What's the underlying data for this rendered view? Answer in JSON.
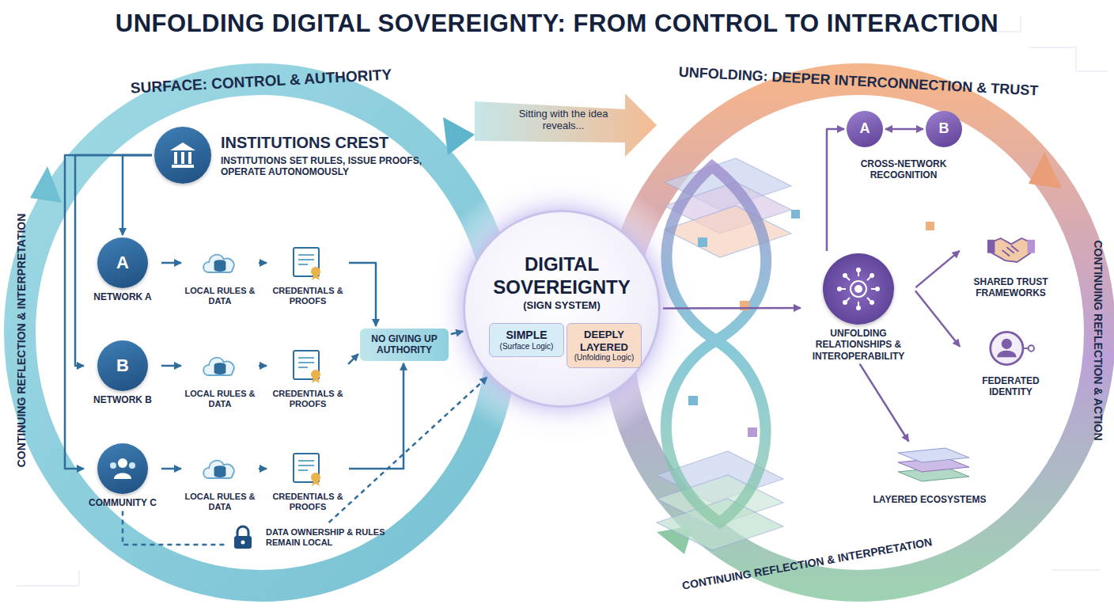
{
  "diagram": {
    "title": "UNFOLDING DIGITAL SOVEREIGNTY: FROM CONTROL TO INTERACTION",
    "nodes": [
      {
        "text": [
          "INSTITUTIONS CREST",
          "INSTITUTIONS SET RULES, ISSUE PROOFS, OPERATE AUTONOMOUSLY"
        ]
      },
      {
        "text": [
          "A",
          "NETWORK A"
        ]
      },
      {
        "text": [
          "LOCAL RULES & DATA"
        ]
      },
      {
        "text": [
          "CREDENTIALS & PROOFS"
        ]
      },
      {
        "text": [
          "B",
          "NETWORK B"
        ]
      },
      {
        "text": [
          "LOCAL RULES & DATA"
        ]
      },
      {
        "text": [
          "CREDENTIALS & PROOFS"
        ]
      },
      {
        "text": [
          "COMMUNITY C"
        ]
      },
      {
        "text": [
          "LOCAL RULES & DATA"
        ]
      },
      {
        "text": [
          "CREDENTIALS & PROOFS"
        ]
      },
      {
        "text": [
          "NO GIVING UP AUTHORITY"
        ]
      },
      {
        "text": [
          "DATA OWNERSHIP & RULES REMAIN LOCAL"
        ]
      },
      {
        "text": [
          "DIGITAL SOVEREIGNTY",
          "(SIGN SYSTEM)"
        ]
      },
      {
        "text": [
          "SIMPLE",
          "(Surface Logic)"
        ],
        "in": 12
      },
      {
        "text": [
          "DEEPLY LAYERED",
          "(Unfolding Logic)"
        ],
        "in": 12
      },
      {
        "text": [
          "A"
        ]
      },
      {
        "text": [
          "B"
        ]
      },
      {
        "text": [
          "UNFOLDING RELATIONSHIPS & INTEROPERABILITY"
        ]
      },
      {
        "text": [
          "SHARED TRUST FRAMEWORKS"
        ]
      },
      {
        "text": [
          "FEDERATED IDENTITY"
        ]
      },
      {
        "text": [
          "LAYERED ECOSYSTEMS"
        ]
      }
    ],
    "edges": [
      {
        "from": 0,
        "to": 1,
        "arrow": "to"
      },
      {
        "from": 0,
        "to": 4,
        "arrow": "to"
      },
      {
        "from": 0,
        "to": 7,
        "arrow": "to"
      },
      {
        "from": 1,
        "to": 2,
        "arrow": "to"
      },
      {
        "from": 2,
        "to": 3,
        "arrow": "to"
      },
      {
        "from": 4,
        "to": 5,
        "arrow": "to"
      },
      {
        "from": 5,
        "to": 6,
        "arrow": "to"
      },
      {
        "from": 7,
        "to": 8,
        "arrow": "to"
      },
      {
        "from": 8,
        "to": 9,
        "arrow": "to"
      },
      {
        "from": 3,
        "to": 10,
        "arrow": "to"
      },
      {
        "from": 6,
        "to": 10,
        "arrow": "to"
      },
      {
        "from": 9,
        "to": 10,
        "arrow": "to"
      },
      {
        "from": 10,
        "to": 12,
        "arrow": "to"
      },
      {
        "from": 7,
        "to": 11,
        "arrow": "none"
      },
      {
        "from": 11,
        "to": 12,
        "arrow": "to"
      },
      {
        "from": 12,
        "to": 17,
        "arrow": "to"
      },
      {
        "from": 17,
        "to": 15,
        "arrow": "to"
      },
      {
        "from": 15,
        "to": 16,
        "arrow": "both"
      },
      {
        "from": 17,
        "to": 18,
        "arrow": "to"
      },
      {
        "from": 17,
        "to": 19,
        "arrow": "to"
      },
      {
        "from": 17,
        "to": 20,
        "arrow": "to"
      }
    ],
    "labels": [
      "SURFACE: CONTROL & AUTHORITY",
      "CONTINUING REFLECTION & INTERPRETATION",
      "Sitting with the idea reveals...",
      "UNFOLDING: DEEPER INTERCONNECTION & TRUST",
      "CONTINUING REFLECTION & ACTION",
      "CONTINUING REFLECTION & INTERPRETATION",
      "CROSS-NETWORK RECOGNITION"
    ]
  }
}
